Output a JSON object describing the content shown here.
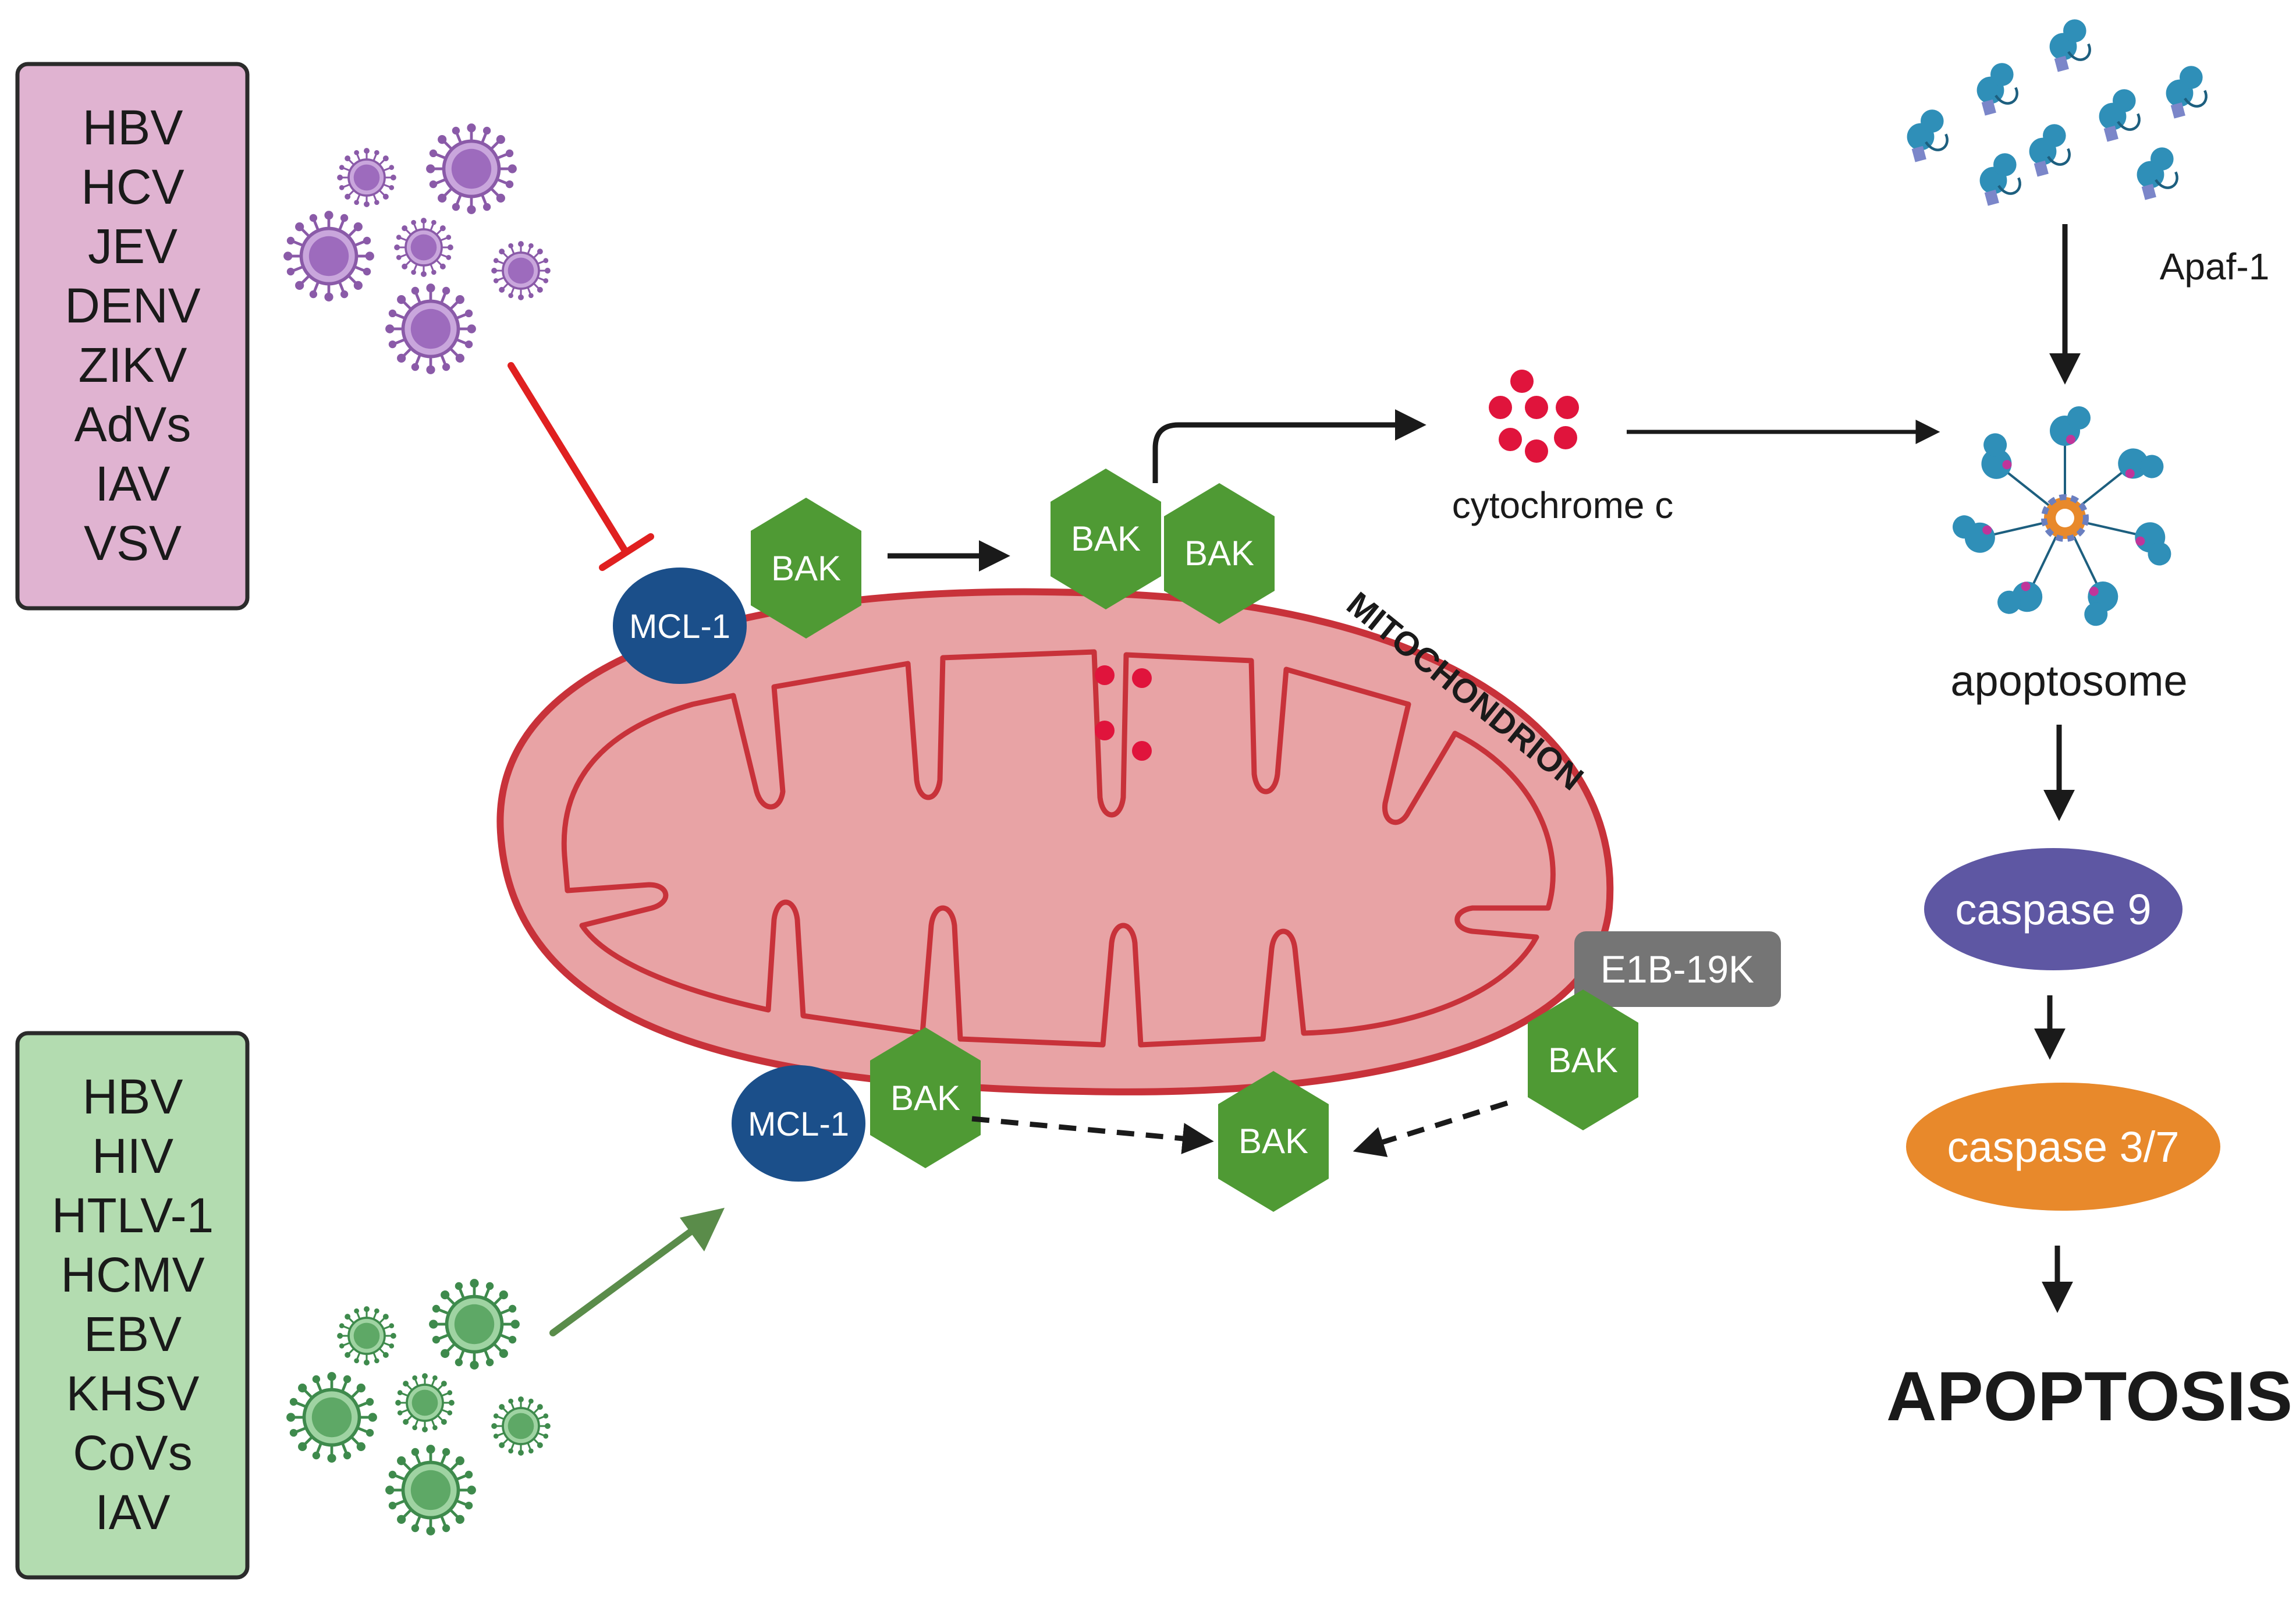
{
  "inhibiting_viruses": [
    "HBV",
    "HCV",
    "JEV",
    "DENV",
    "ZIKV",
    "AdVs",
    "IAV",
    "VSV"
  ],
  "activating_viruses": [
    "HBV",
    "HIV",
    "HTLV-1",
    "HCMV",
    "EBV",
    "KHSV",
    "CoVs",
    "IAV"
  ],
  "labels": {
    "mcl1": "MCL-1",
    "bak": "BAK",
    "mitochondrion": "MITOCHONDRION",
    "cytochrome_c": "cytochrome c",
    "apaf1": "Apaf-1",
    "apoptosome": "apoptosome",
    "caspase9": "caspase 9",
    "caspase37": "caspase 3/7",
    "apoptosis": "APOPTOSIS",
    "e1b19k": "E1B-19K"
  },
  "colors": {
    "inhibit_box": "#e0b3d1",
    "activate_box": "#b3dcb0",
    "inhibit_virus": "#8a5aa8",
    "activate_virus": "#3e8a4c",
    "inhibit_arrow": "#e02020",
    "activate_arrow": "#5a8c4a",
    "mcl1": "#1b4f8a",
    "bak": "#4f9a34",
    "mito_fill": "#e8a3a5",
    "mito_stroke": "#c8323a",
    "cyt_c": "#e0143c",
    "apaf1": "#2f8fb8",
    "caspase9": "#5e57a3",
    "caspase37": "#e8892b",
    "e1b19k": "#757575"
  }
}
